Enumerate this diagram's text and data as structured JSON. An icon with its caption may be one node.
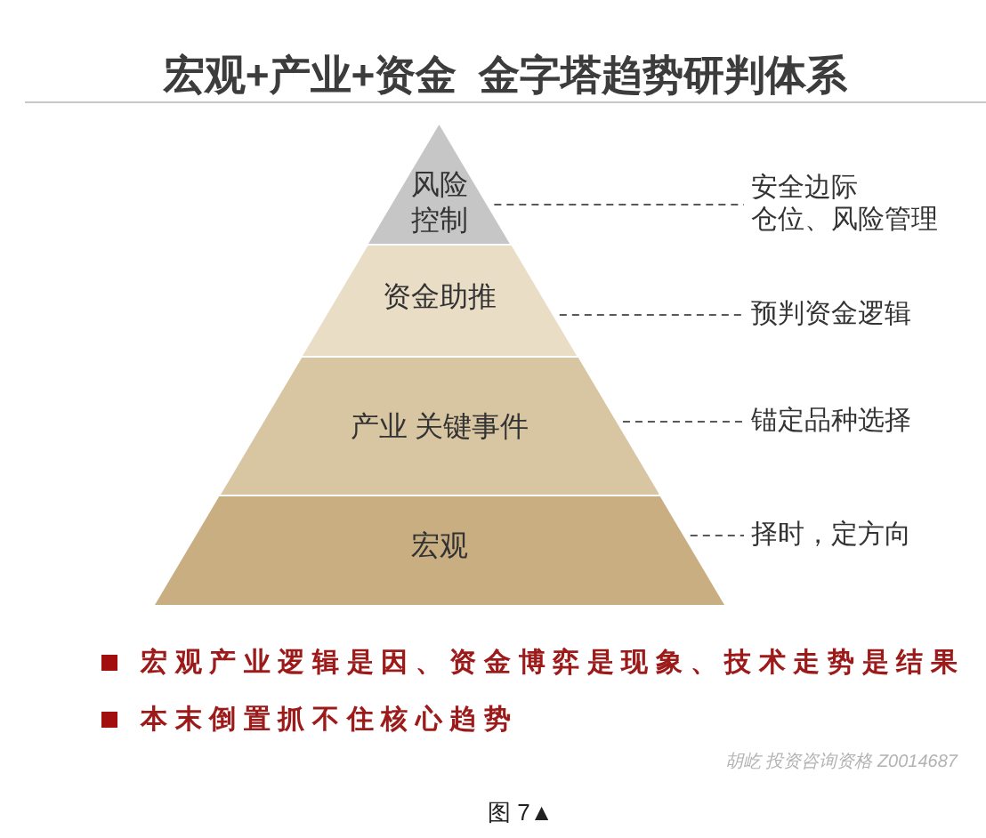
{
  "diagram": {
    "title": "宏观+产业+资金 金字塔趋势研判体系",
    "caption": "图 7▲",
    "nodes": [
      {
        "text": [
          "风险控制"
        ]
      },
      {
        "text": [
          "资金助推"
        ]
      },
      {
        "text": [
          "产业 关键事件"
        ]
      },
      {
        "text": [
          "宏观"
        ]
      },
      {
        "text": [
          "安全边际",
          "仓位、风险管理"
        ]
      },
      {
        "text": [
          "预判资金逻辑"
        ]
      },
      {
        "text": [
          "锚定品种选择"
        ]
      },
      {
        "text": [
          "择时，定方向"
        ]
      }
    ],
    "edges": [
      {
        "from": 0,
        "to": 4,
        "arrow": "none",
        "style": "dashed"
      },
      {
        "from": 1,
        "to": 5,
        "arrow": "none",
        "style": "dashed"
      },
      {
        "from": 2,
        "to": 6,
        "arrow": "none",
        "style": "dashed"
      },
      {
        "from": 3,
        "to": 7,
        "arrow": "none",
        "style": "dashed"
      }
    ],
    "labels": [
      "宏观产业逻辑是因、资金博弈是现象、技术走势是结果",
      "本末倒置抓不住核心趋势",
      "胡屹 投资咨询资格 Z0014687"
    ]
  }
}
